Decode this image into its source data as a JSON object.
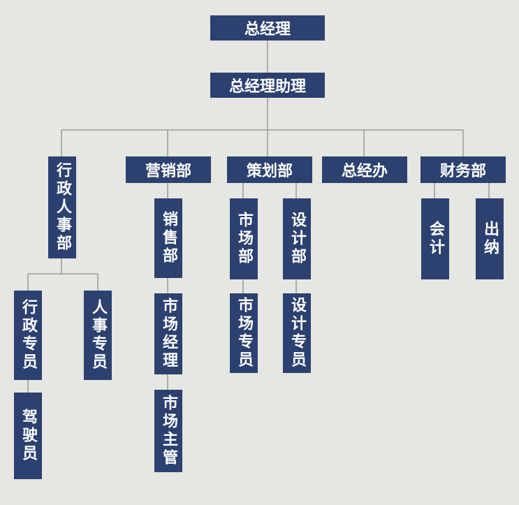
{
  "org_chart": {
    "colors": {
      "node_bg": "#2c4170",
      "node_text": "#ffffff",
      "line": "#9a9a9a",
      "background": "#e6e6e2"
    },
    "top": "总经理",
    "assistant": "总经理助理",
    "departments": {
      "admin_hr": {
        "name": "行政人事部",
        "admin_staff": "行政专员",
        "driver": "驾驶员",
        "hr_staff": "人事专员"
      },
      "marketing": {
        "name": "营销部",
        "sales": "销售部",
        "market_manager": "市场经理",
        "market_supervisor": "市场主管"
      },
      "planning": {
        "name": "策划部",
        "market_dept": "市场部",
        "market_staff": "市场专员",
        "design_dept": "设计部",
        "design_staff": "设计专员"
      },
      "gm_office": {
        "name": "总经办"
      },
      "finance": {
        "name": "财务部",
        "accountant": "会计",
        "cashier": "出纳"
      }
    }
  }
}
